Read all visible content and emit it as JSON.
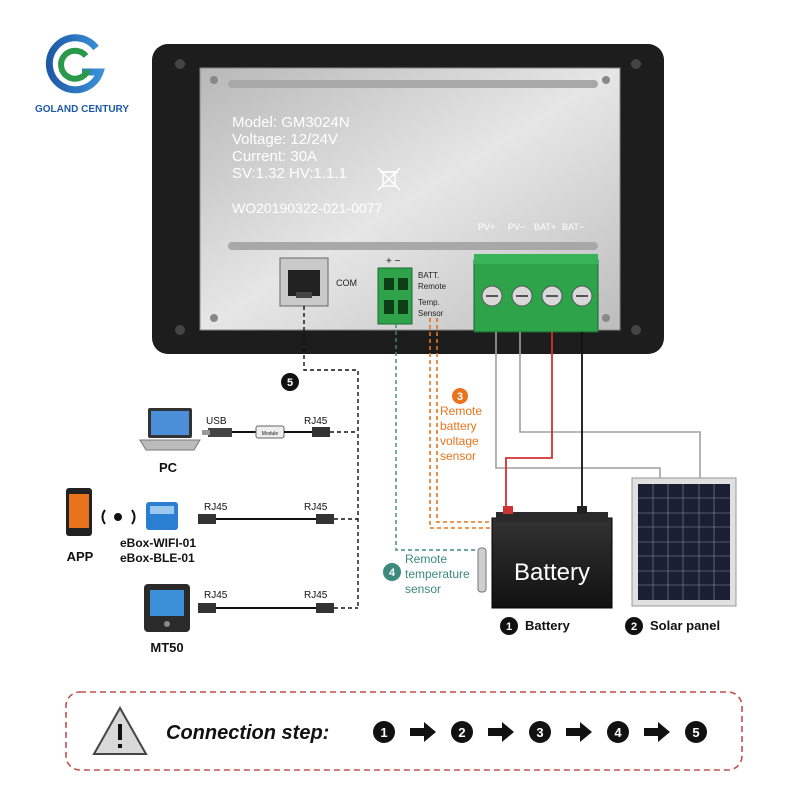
{
  "brand": {
    "name": "GOLAND CENTURY"
  },
  "device": {
    "model": "Model: GM3024N",
    "voltage": "Voltage: 12/24V",
    "current": "Current: 30A",
    "versions": "SV:1.32  HV:1.1.1",
    "serial": "WO20190322-021-0077",
    "com_label": "COM",
    "plus_minus": "+  −",
    "batt_remote": [
      "BATT.",
      "Remote"
    ],
    "temp_sensor": [
      "Temp.",
      "Sensor"
    ],
    "terminals": [
      "PV+",
      "PV−",
      "BAT+",
      "BAT−"
    ]
  },
  "steps": {
    "s1": {
      "num": "1",
      "label": "Battery"
    },
    "s2": {
      "num": "2",
      "label": "Solar panel"
    },
    "s3": {
      "num": "3",
      "lines": [
        "Remote",
        "battery",
        "voltage",
        "sensor"
      ]
    },
    "s4": {
      "num": "4",
      "lines": [
        "Remote",
        "temperature",
        "sensor"
      ]
    },
    "s5": {
      "num": "5"
    }
  },
  "battery_text": "Battery",
  "accessories": {
    "pc": {
      "label": "PC",
      "usb": "USB",
      "module": "Module",
      "rj45": "RJ45"
    },
    "app": {
      "label": "APP",
      "ebox1": "eBox-WIFI-01",
      "ebox2": "eBox-BLE-01",
      "rj45_left": "RJ45",
      "rj45_right": "RJ45"
    },
    "mt50": {
      "label": "MT50",
      "rj45_left": "RJ45",
      "rj45_right": "RJ45"
    }
  },
  "connection_step": {
    "label": "Connection step:",
    "sequence": [
      "1",
      "2",
      "3",
      "4",
      "5"
    ]
  },
  "colors": {
    "accent_orange": "#e8731c",
    "teal": "#3b8a7b",
    "red": "#d53030",
    "gray_wire": "#a0a0a0",
    "green_terminal": "#2fa34a",
    "dashed_box": "#c0504d"
  }
}
